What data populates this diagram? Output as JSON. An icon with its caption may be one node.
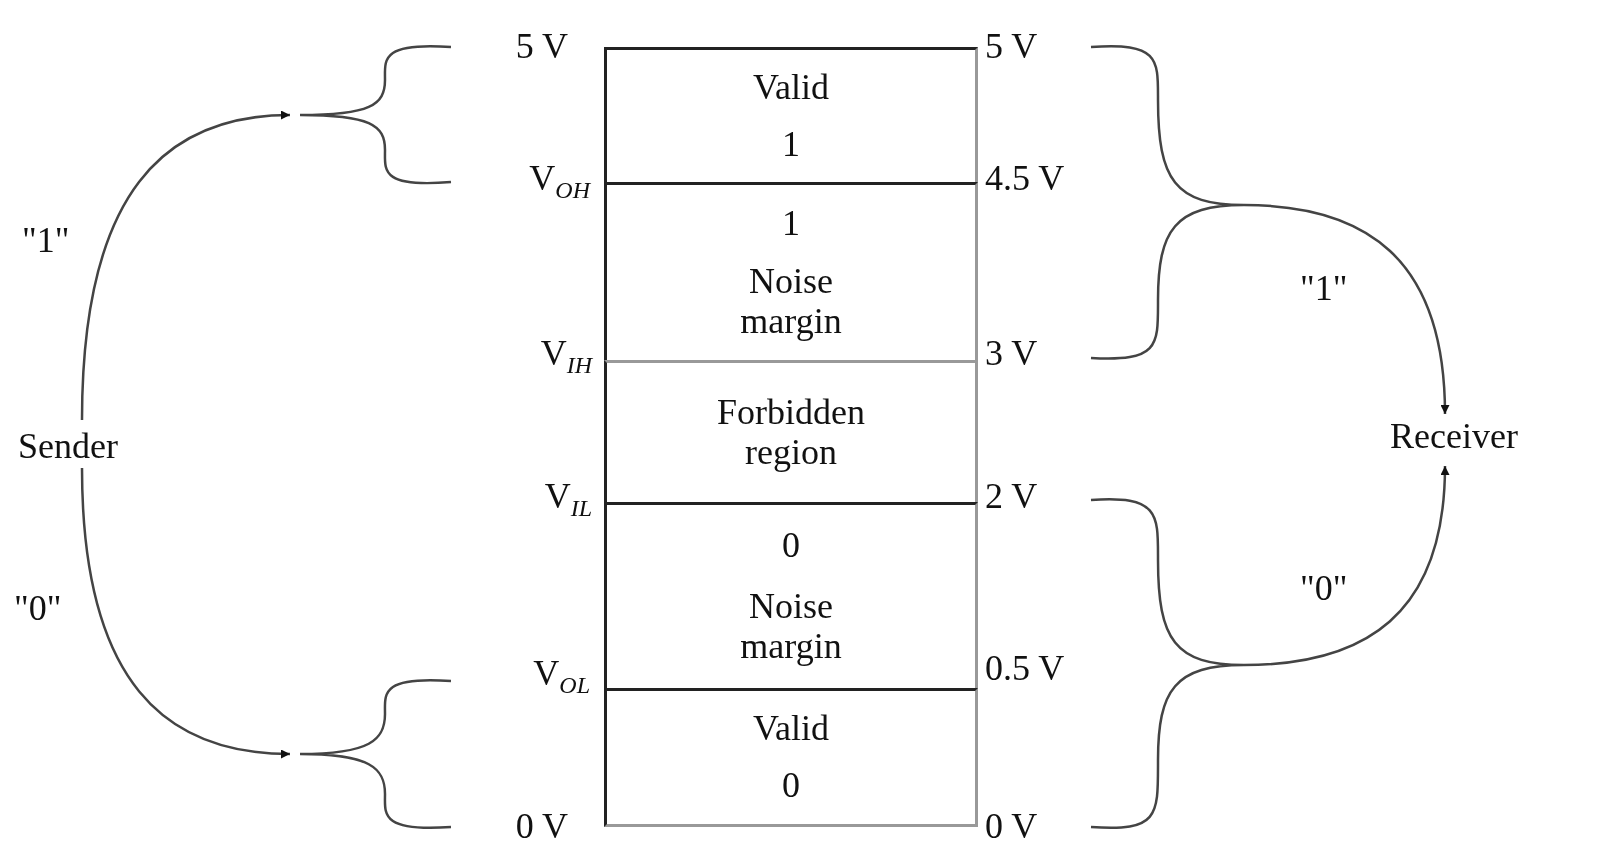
{
  "diagram": {
    "nodes": [
      {
        "text": [
          "Sender"
        ]
      },
      {
        "text": [
          "Receiver"
        ]
      },
      {
        "text": [],
        "shape": "brace"
      },
      {
        "text": [],
        "shape": "brace"
      },
      {
        "text": [],
        "shape": "brace"
      },
      {
        "text": [],
        "shape": "brace"
      },
      {
        "text": [
          "Valid",
          "1"
        ]
      },
      {
        "text": [
          "1",
          "Noise margin"
        ]
      },
      {
        "text": [
          "Forbidden region"
        ]
      },
      {
        "text": [
          "0",
          "Noise margin"
        ]
      },
      {
        "text": [
          "Valid",
          "0"
        ]
      }
    ],
    "edges": [
      {
        "from": 0,
        "to": 2,
        "arrow": "to",
        "label": "\"1\""
      },
      {
        "from": 0,
        "to": 3,
        "arrow": "to",
        "label": "\"0\""
      },
      {
        "from": 4,
        "to": 1,
        "arrow": "to",
        "label": "\"1\""
      },
      {
        "from": 5,
        "to": 1,
        "arrow": "to",
        "label": "\"0\""
      }
    ],
    "labels": [
      "5 V",
      "5 V",
      "V$_{OH}$",
      "4.5 V",
      "V$_{IH}$",
      "3 V",
      "V$_{IL}$",
      "2 V",
      "V$_{OL}$",
      "0.5 V",
      "0 V",
      "0 V"
    ]
  }
}
